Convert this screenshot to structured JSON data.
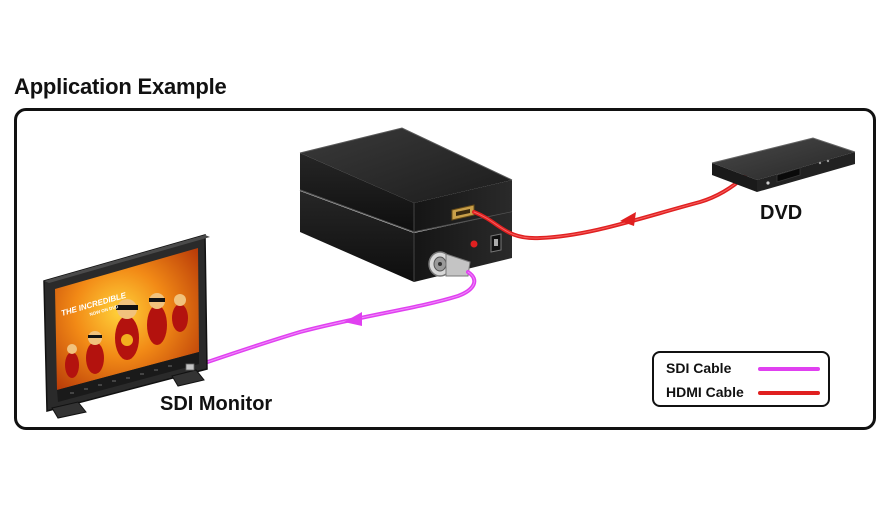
{
  "heading": "Application Example",
  "labels": {
    "dvd": "DVD",
    "monitor": "SDI Monitor"
  },
  "legend": {
    "sdi": {
      "label": "SDI Cable",
      "color": "#e040f0"
    },
    "hdmi": {
      "label": "HDMI Cable",
      "color": "#e02020"
    }
  },
  "screen": {
    "title": "THE INCREDIBLE",
    "badge": "NOW ON DVD"
  }
}
